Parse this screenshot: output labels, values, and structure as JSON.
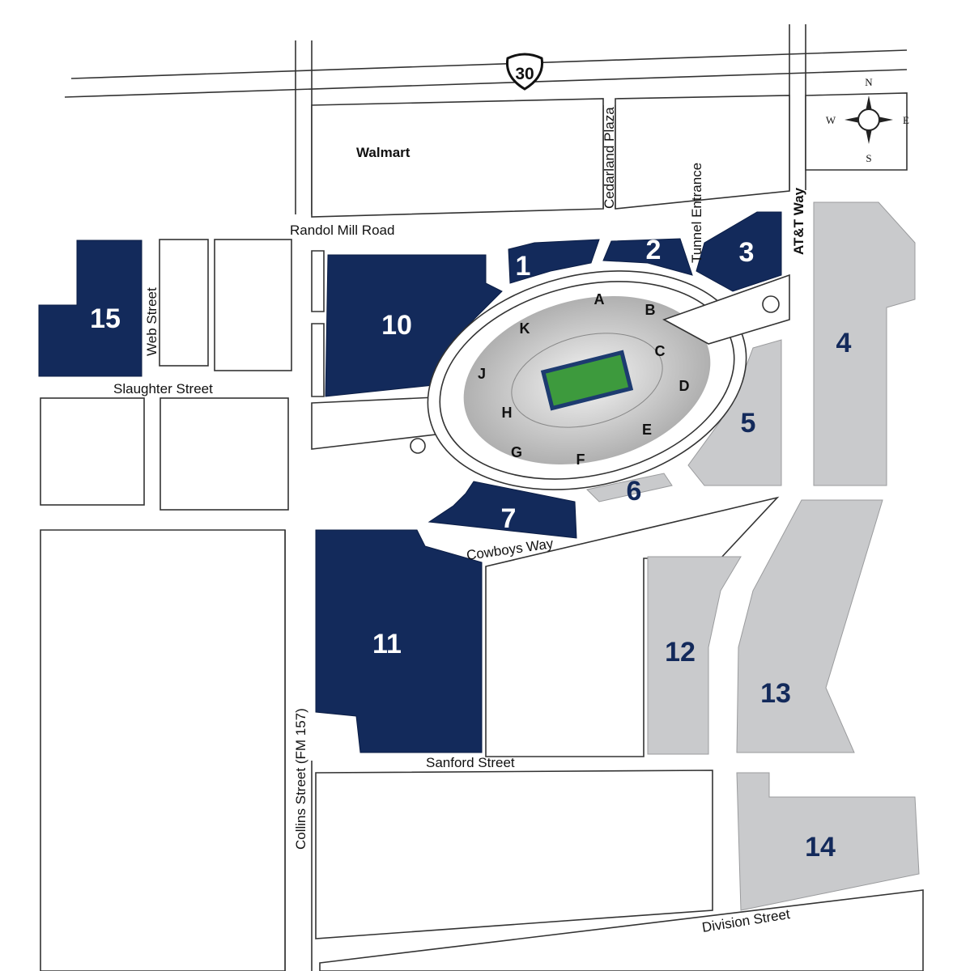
{
  "title": "Stadium Parking Map",
  "colors": {
    "navy": "#132a5b",
    "gray": "#c9cacc",
    "field": "#3d9a3d"
  },
  "highway": {
    "label": "30",
    "icon": "interstate-shield-icon"
  },
  "compass": {
    "n": "N",
    "s": "S",
    "e": "E",
    "w": "W"
  },
  "landmarks": {
    "walmart": "Walmart"
  },
  "streets": {
    "randol_mill": "Randol Mill Road",
    "cedarland": "Cedarland Plaza",
    "tunnel": "Tunnel Entrance",
    "att_way": "AT&T Way",
    "web": "Web Street",
    "slaughter": "Slaughter Street",
    "cowboys_way": "Cowboys Way",
    "sanford": "Sanford Street",
    "collins": "Collins Street (FM 157)",
    "division": "Division Street"
  },
  "lots": {
    "l1": "1",
    "l2": "2",
    "l3": "3",
    "l4": "4",
    "l5": "5",
    "l6": "6",
    "l7": "7",
    "l10": "10",
    "l11": "11",
    "l12": "12",
    "l13": "13",
    "l14": "14",
    "l15": "15"
  },
  "gates": {
    "a": "A",
    "b": "B",
    "c": "C",
    "d": "D",
    "e": "E",
    "f": "F",
    "g": "G",
    "h": "H",
    "j": "J",
    "k": "K"
  }
}
